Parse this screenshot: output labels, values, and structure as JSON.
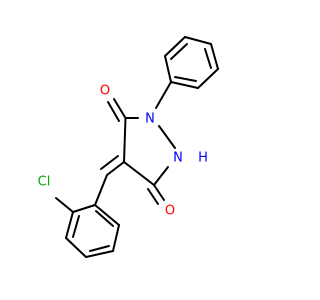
{
  "molecule": {
    "atoms": {
      "o1": {
        "symbol": "O",
        "color": "#ff0000"
      },
      "o2": {
        "symbol": "O",
        "color": "#ff0000"
      },
      "n1": {
        "symbol": "N",
        "color": "#0000ff"
      },
      "nh": {
        "symbol": "N",
        "suffix": "H",
        "color": "#0000ff"
      },
      "cl": {
        "symbol": "Cl",
        "color": "#00aa00"
      }
    }
  }
}
